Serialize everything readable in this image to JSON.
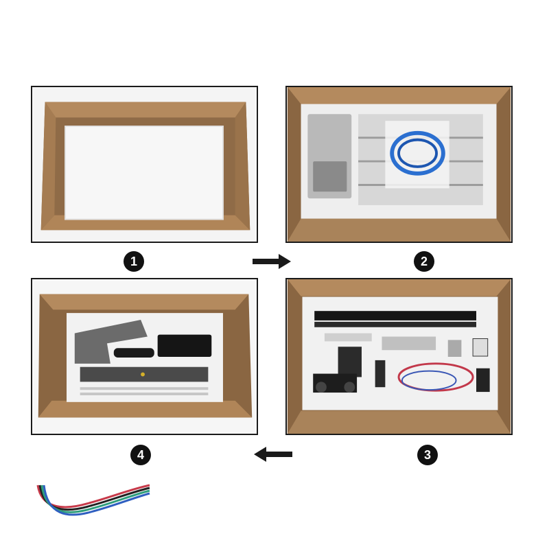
{
  "steps": [
    {
      "number": "1",
      "content": "open-box-with-foam-layer"
    },
    {
      "number": "2",
      "content": "box-with-rails-and-bagged-parts"
    },
    {
      "number": "3",
      "content": "box-with-foam-tray-and-machine-parts"
    },
    {
      "number": "4",
      "content": "box-with-plates-power-adapter-and-rods"
    }
  ],
  "arrows": [
    {
      "from": "1",
      "to": "2",
      "direction": "right"
    },
    {
      "from": "3",
      "to": "4",
      "direction": "left"
    }
  ],
  "colors": {
    "cardboard": "#a27b53",
    "cardboard_dark": "#7c5a3a",
    "foam": "#f2f2f2",
    "badge": "#111111",
    "background": "#ffffff"
  },
  "icons": [
    "right-arrow-icon",
    "left-arrow-icon",
    "ribbon-cable-icon"
  ]
}
